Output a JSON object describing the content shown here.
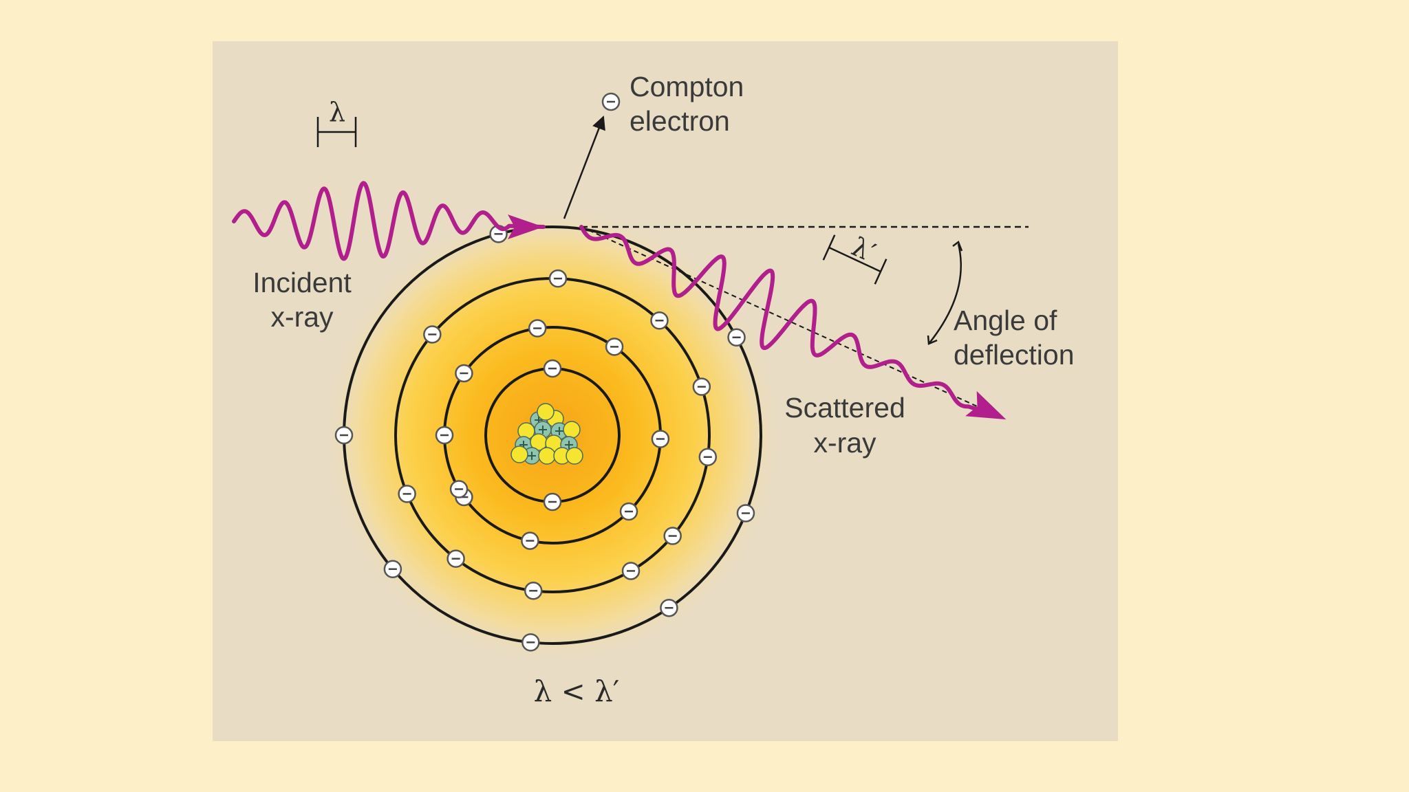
{
  "diagram": {
    "labels": {
      "compton_line1": "Compton",
      "compton_line2": "electron",
      "incident_line1": "Incident",
      "incident_line2": "x-ray",
      "scattered_line1": "Scattered",
      "scattered_line2": "x-ray",
      "angle_line1": "Angle of",
      "angle_line2": "deflection",
      "lambda": "λ",
      "lambda_prime": "λ′",
      "relation": "λ < λ′"
    },
    "electron_symbol": "⊖",
    "nucleus_symbol": "⊕",
    "colors": {
      "page_background": "#fdf0c8",
      "panel_background": "#e8dcc4",
      "wave": "#b01f8c",
      "orbit": "#1a1a1a",
      "atom_glow_center": "#f7a418",
      "atom_glow_mid": "#fcc72a",
      "proton": "#f5e430",
      "neutron": "#8fc4b0"
    }
  }
}
